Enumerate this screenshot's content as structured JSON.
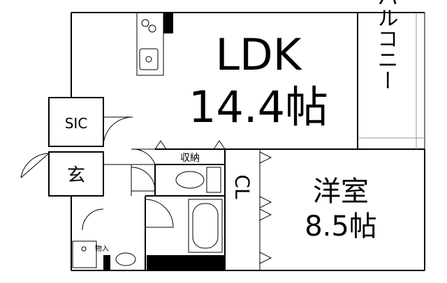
{
  "rooms": {
    "ldk": {
      "name": "LDK",
      "size": "14.4帖"
    },
    "western": {
      "name": "洋室",
      "size": "8.5帖"
    },
    "balcony": {
      "name": "バルコニー"
    },
    "sic": {
      "name": "SIC"
    },
    "entrance": {
      "name": "玄"
    },
    "storage": {
      "name": "収納"
    },
    "closet": {
      "name": "CL"
    },
    "laundry": {
      "name": "物入"
    }
  }
}
